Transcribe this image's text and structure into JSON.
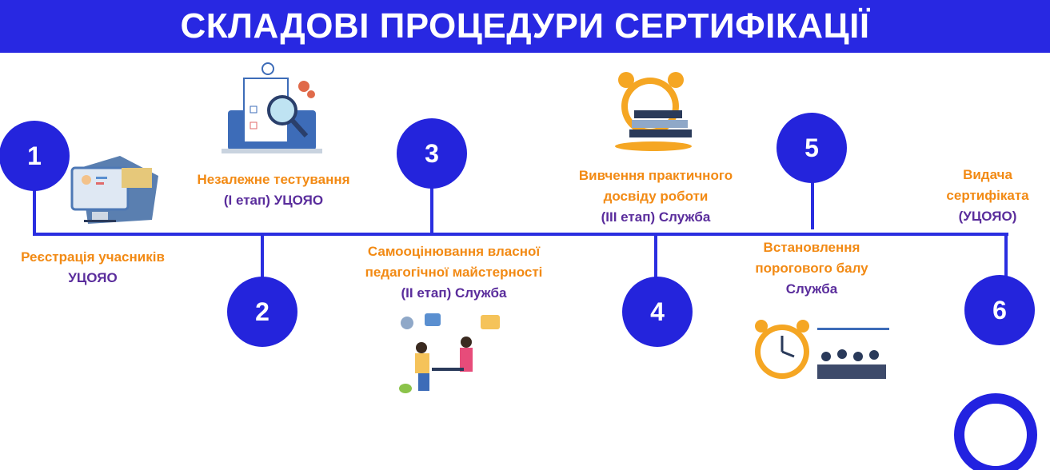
{
  "title": "СКЛАДОВІ ПРОЦЕДУРИ СЕРТИФІКАЦІЇ",
  "steps": [
    {
      "number": "1",
      "line1": "Реєстрація учасників",
      "line2": "УЦОЯО"
    },
    {
      "number": "2",
      "line1": "Незалежне тестування",
      "line2": "(І етап) УЦОЯО"
    },
    {
      "number": "3",
      "line1a": "Самооцінювання власної",
      "line1b": "педагогічної майстерності",
      "line2": "(ІІ етап) Служба"
    },
    {
      "number": "4",
      "line1a": "Вивчення практичного",
      "line1b": "досвіду роботи",
      "line2": "(ІІІ етап) Служба"
    },
    {
      "number": "5",
      "line1a": "Встановлення",
      "line1b": "порогового балу",
      "line2": "Служба"
    },
    {
      "number": "6",
      "line1a": "Видача",
      "line1b": "сертифіката",
      "line2": "(УЦОЯО)"
    }
  ],
  "colors": {
    "blue": "#2828e2",
    "orange": "#f28a14",
    "purple": "#5a2d9c"
  }
}
